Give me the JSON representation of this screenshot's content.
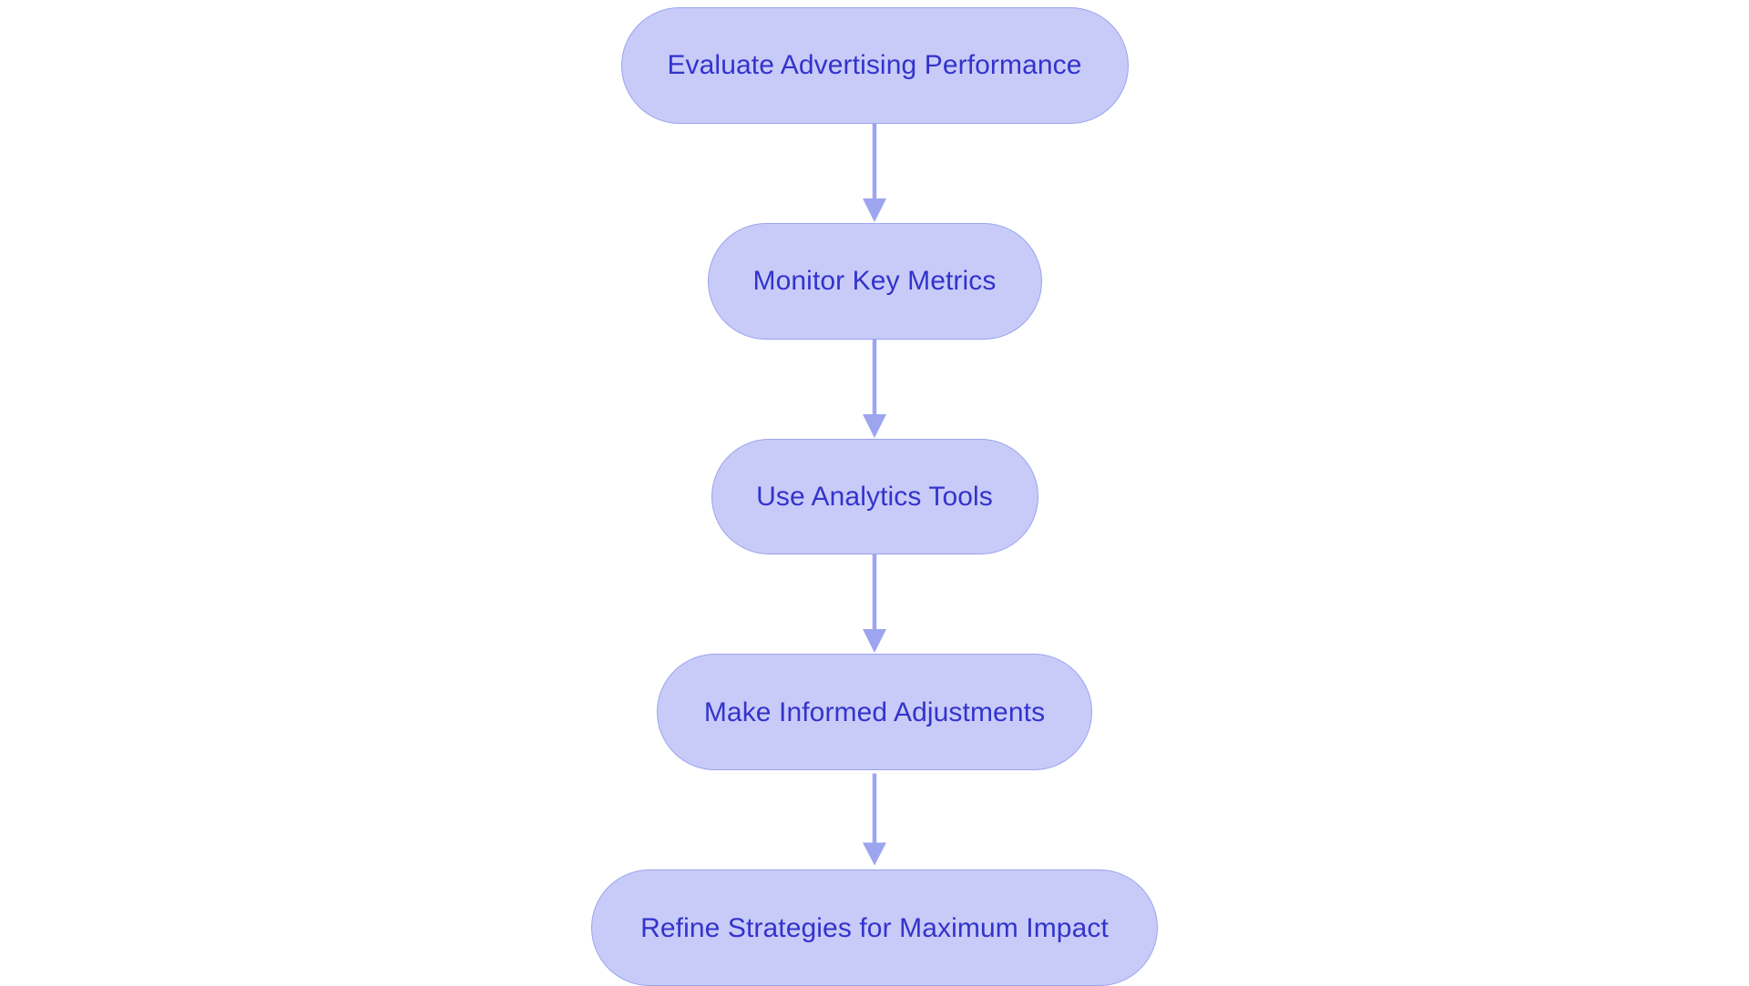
{
  "diagram": {
    "type": "flowchart",
    "orientation": "vertical-top-to-bottom",
    "title": "",
    "colors": {
      "node_fill": "#c8cbf8",
      "node_border": "#9aa3ee",
      "node_text": "#3333cc",
      "arrow": "#9da5ef",
      "background": "#ffffff"
    },
    "nodes": [
      {
        "id": "n1",
        "label": "Evaluate Advertising Performance",
        "shape": "stadium"
      },
      {
        "id": "n2",
        "label": "Monitor Key Metrics",
        "shape": "stadium"
      },
      {
        "id": "n3",
        "label": "Use Analytics Tools",
        "shape": "stadium"
      },
      {
        "id": "n4",
        "label": "Make Informed Adjustments",
        "shape": "stadium"
      },
      {
        "id": "n5",
        "label": "Refine Strategies for Maximum Impact",
        "shape": "stadium"
      }
    ],
    "edges": [
      {
        "id": "e1",
        "from": "n1",
        "to": "n2",
        "label": "",
        "arrowhead": "triangle",
        "direction": "down"
      },
      {
        "id": "e2",
        "from": "n2",
        "to": "n3",
        "label": "",
        "arrowhead": "triangle",
        "direction": "down"
      },
      {
        "id": "e3",
        "from": "n3",
        "to": "n4",
        "label": "",
        "arrowhead": "triangle",
        "direction": "down"
      },
      {
        "id": "e4",
        "from": "n4",
        "to": "n5",
        "label": "",
        "arrowhead": "triangle",
        "direction": "down"
      }
    ]
  }
}
